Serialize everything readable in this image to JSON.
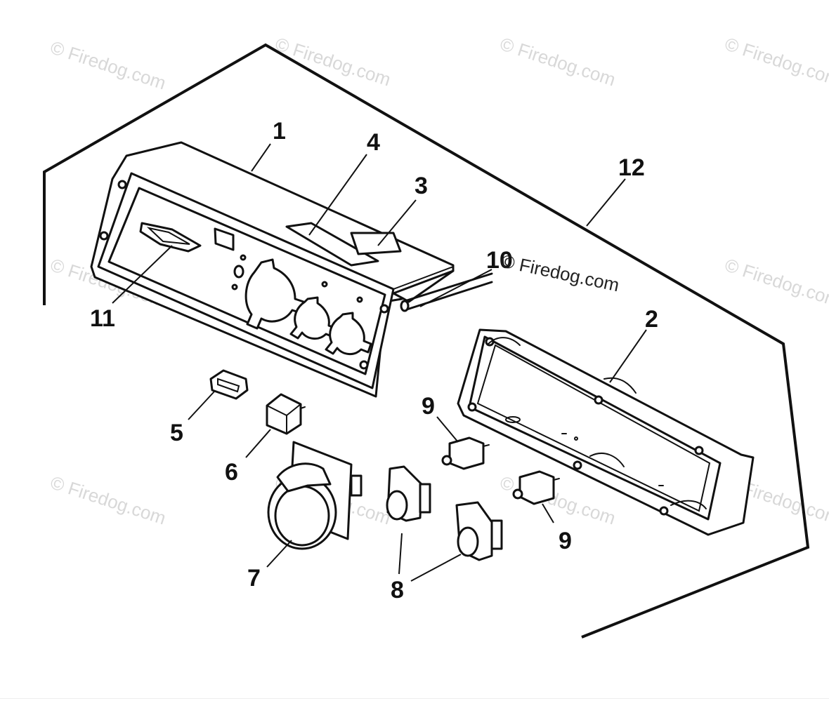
{
  "watermark": "© Firedog.com",
  "callouts": {
    "c1": "1",
    "c2": "2",
    "c3": "3",
    "c4": "4",
    "c5": "5",
    "c6": "6",
    "c7": "7",
    "c8": "8",
    "c9a": "9",
    "c9b": "9",
    "c10": "10",
    "c11": "11",
    "c12": "12"
  }
}
